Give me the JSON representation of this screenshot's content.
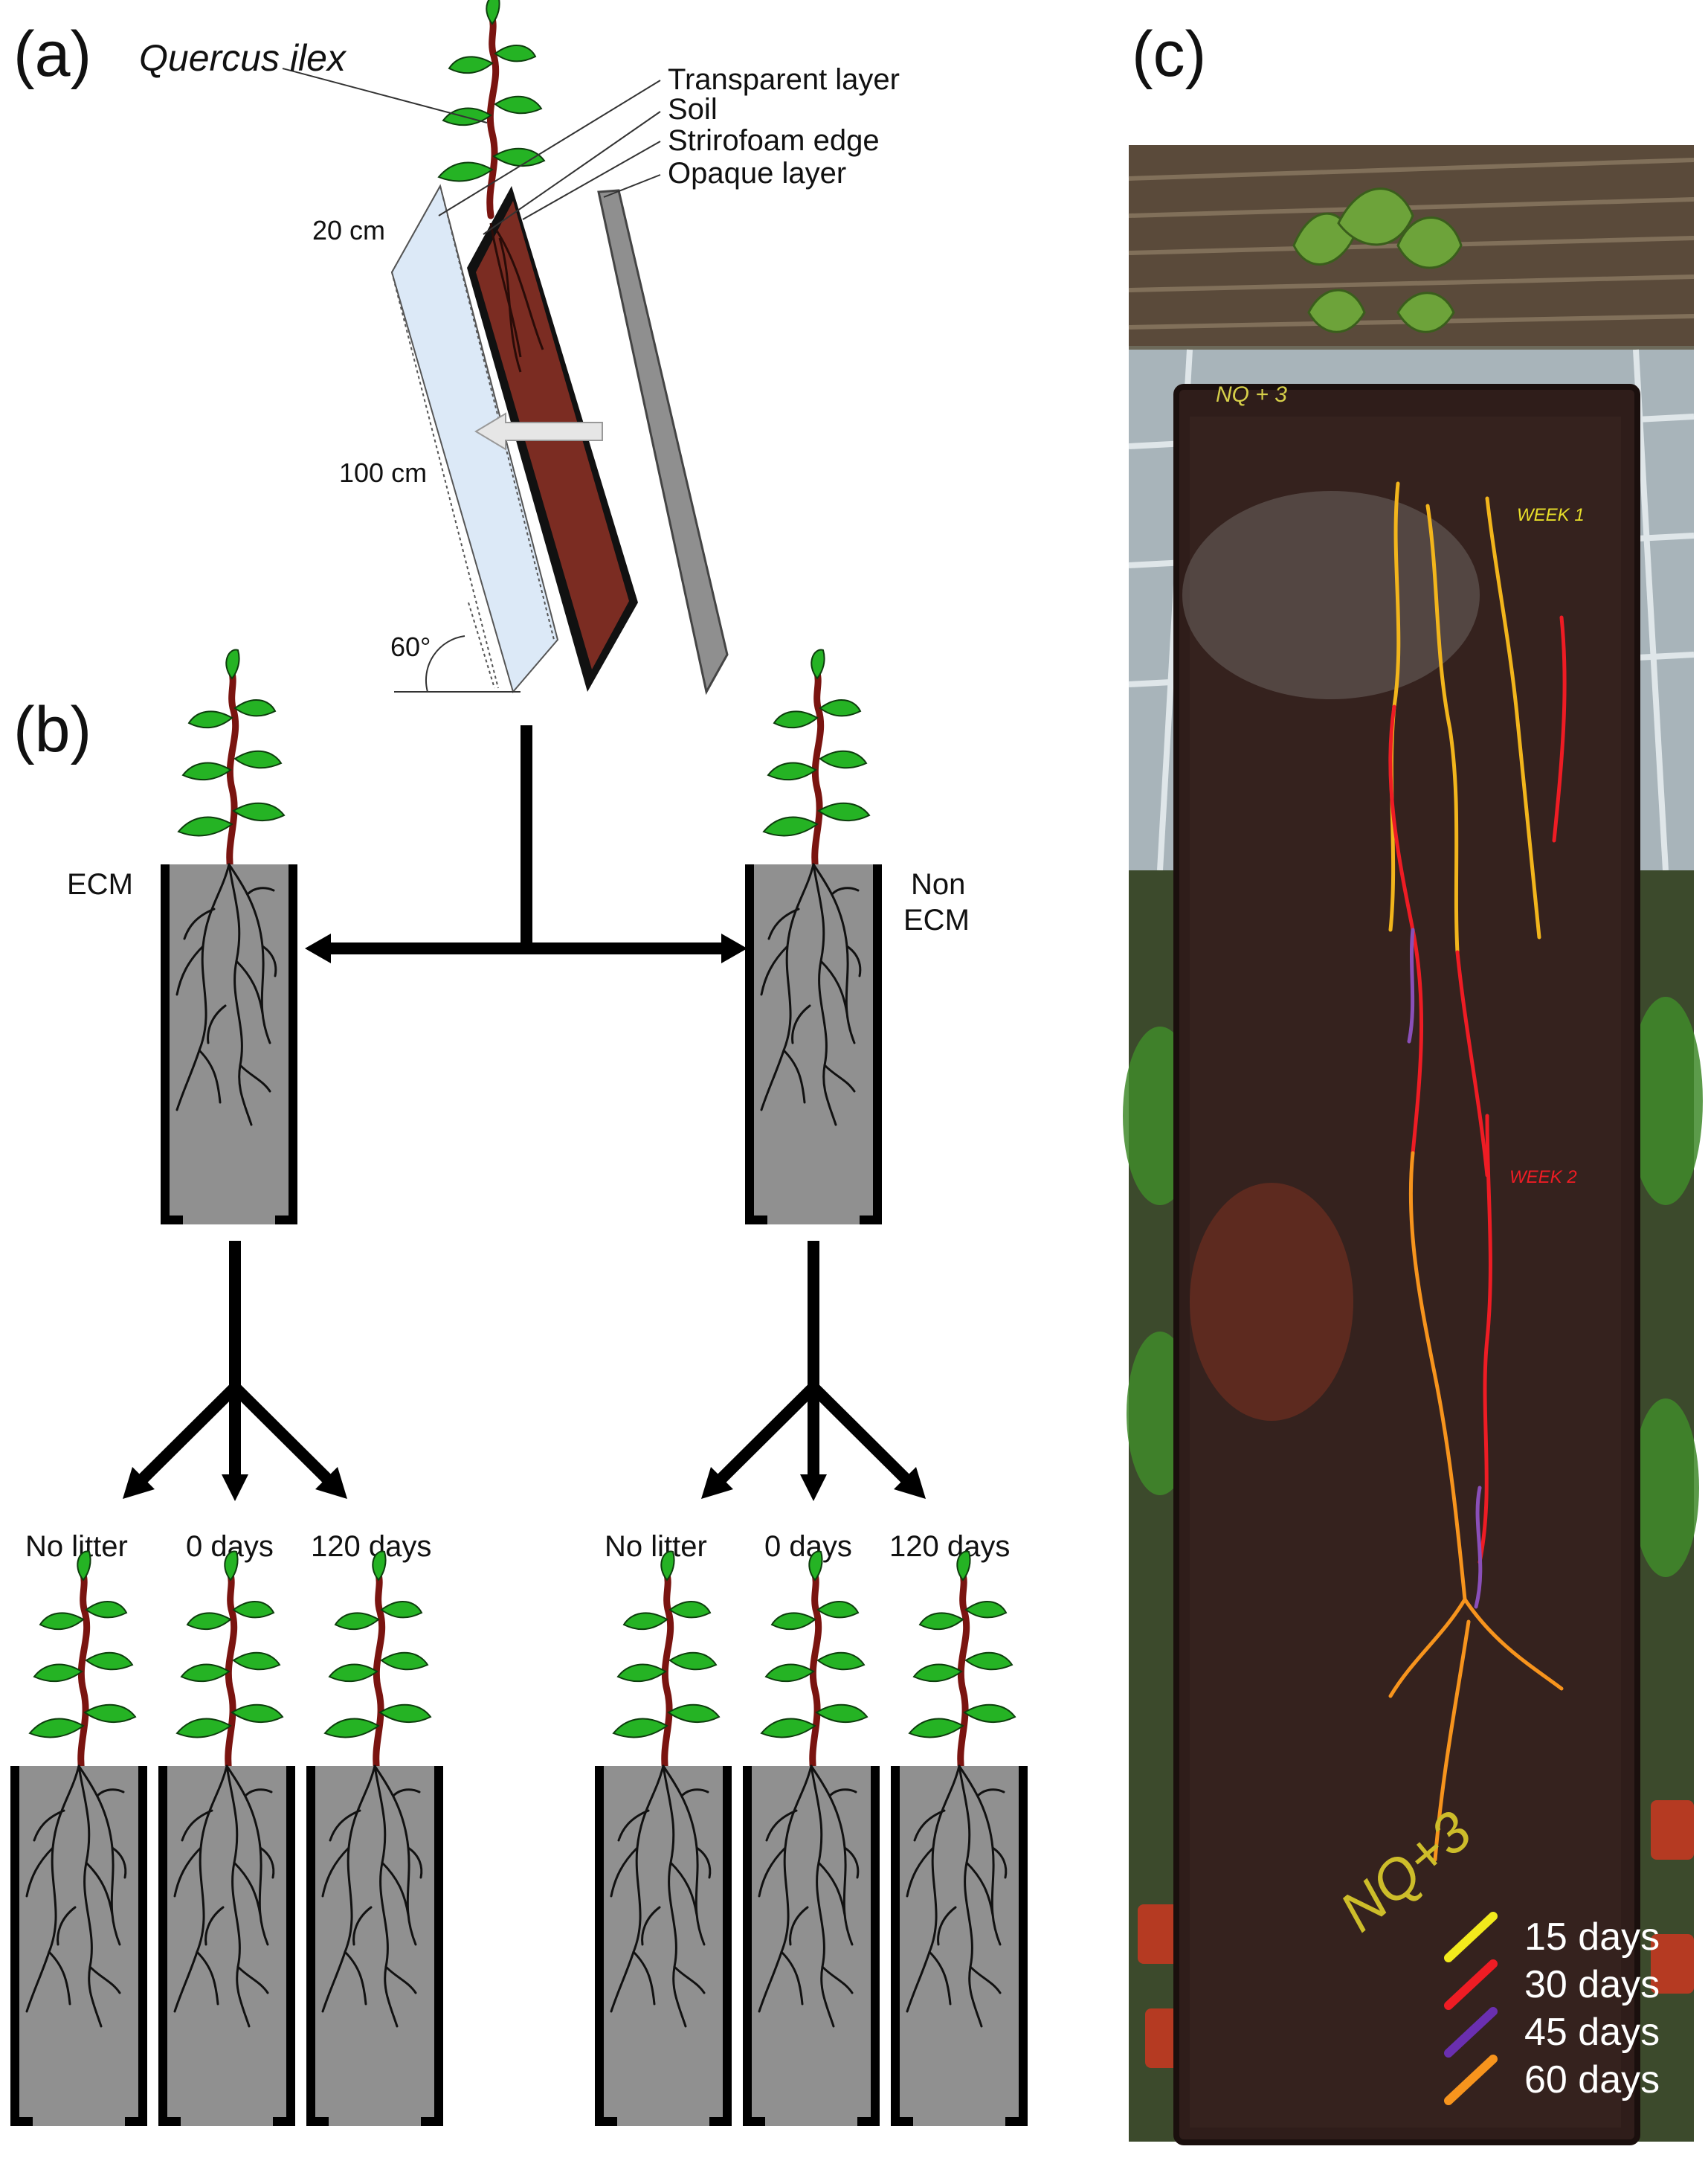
{
  "panel_labels": {
    "a": "(a)",
    "b": "(b)",
    "c": "(c)"
  },
  "panel_a": {
    "species": "Quercus ilex",
    "layers": [
      "Transparent layer",
      "Soil",
      "Strirofoam edge",
      "Opaque layer"
    ],
    "width_label": "20 cm",
    "height_label": "100 cm",
    "angle_label": "60°"
  },
  "panel_b": {
    "ecm": "ECM",
    "non_ecm_line1": "Non",
    "non_ecm_line2": "ECM",
    "treatments": [
      "No litter",
      "0 days",
      "120 days"
    ]
  },
  "panel_c": {
    "photo_notes": [
      "NQ + 3",
      "WEEK 1",
      "WEEK 2",
      "NQ+3"
    ],
    "legend": [
      {
        "label": "15 days",
        "color": "#f2ea1c"
      },
      {
        "label": "30 days",
        "color": "#ee1c24"
      },
      {
        "label": "45 days",
        "color": "#6a2fb0"
      },
      {
        "label": "60 days",
        "color": "#f7941d"
      }
    ]
  },
  "colors": {
    "leaf": "#25b324",
    "stem": "#7a1410",
    "soil_panel": "#7b2c22",
    "rhizotron_gray": "#909090"
  }
}
